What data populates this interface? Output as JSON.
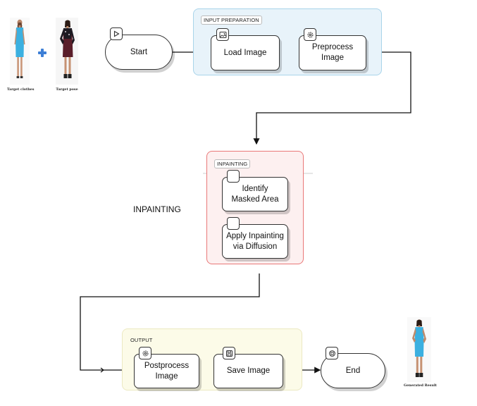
{
  "images": {
    "clothes_caption": "Target clothes",
    "pose_caption": "Target pose",
    "result_caption": "Generated Result",
    "plus_icon": "plus-icon",
    "colors": {
      "dress": "#3bb0e0",
      "pose_dress": "#5a1e2a",
      "plus": "#3d7fd6"
    }
  },
  "groups": {
    "input_preparation": {
      "title": "INPUT PREPARATION",
      "color": "#e8f3fa",
      "border": "#a9d4ea"
    },
    "inpainting": {
      "title": "INPAINTING",
      "color": "#fdf0f0",
      "border": "#e97878"
    },
    "output": {
      "title": "OUTPUT",
      "color": "#fcfbe8",
      "border": "#ece9c2"
    }
  },
  "side_label": "INPAINTING",
  "nodes": {
    "start": {
      "label": "Start",
      "icon": "play-icon"
    },
    "load_image": {
      "label": "Load Image",
      "icon": "image-icon"
    },
    "preprocess_image": {
      "label": "Preprocess Image",
      "icon": "gear-icon"
    },
    "identify_masked_area": {
      "label": "Identify Masked Area",
      "icon": "blank-icon"
    },
    "apply_inpainting": {
      "label": "Apply Inpainting via Diffusion",
      "icon": "blank-icon"
    },
    "postprocess_image": {
      "label": "Postprocess Image",
      "icon": "gear-icon"
    },
    "save_image": {
      "label": "Save Image",
      "icon": "save-icon"
    },
    "end": {
      "label": "End",
      "icon": "stop-icon"
    }
  }
}
